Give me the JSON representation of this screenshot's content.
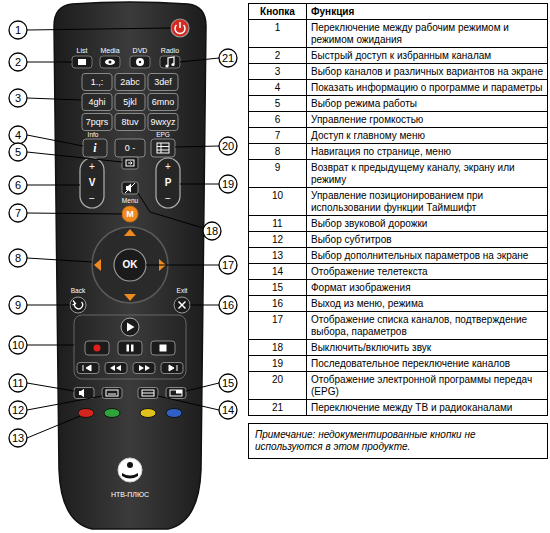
{
  "diagram": {
    "nodes": [
      {
        "text": [
          "1"
        ]
      },
      {
        "text": [
          "2"
        ]
      },
      {
        "text": [
          "3"
        ]
      },
      {
        "text": [
          "4"
        ]
      },
      {
        "text": [
          "5"
        ]
      },
      {
        "text": [
          "6"
        ]
      },
      {
        "text": [
          "7"
        ]
      },
      {
        "text": [
          "8"
        ]
      },
      {
        "text": [
          "9"
        ]
      },
      {
        "text": [
          "10"
        ]
      },
      {
        "text": [
          "11"
        ]
      },
      {
        "text": [
          "12"
        ]
      },
      {
        "text": [
          "13"
        ]
      },
      {
        "text": [
          "14"
        ]
      },
      {
        "text": [
          "15"
        ]
      },
      {
        "text": [
          "16"
        ]
      },
      {
        "text": [
          "17"
        ]
      },
      {
        "text": [
          "18"
        ]
      },
      {
        "text": [
          "19"
        ]
      },
      {
        "text": [
          "20"
        ]
      },
      {
        "text": [
          "21"
        ]
      },
      {
        "text": [
          "Примечание: недокументированные кнопки не используются в этом продукте."
        ]
      }
    ],
    "labels": [
      "List",
      "Media",
      "DVD",
      "Radio",
      "1.,:",
      "2abc",
      "3def",
      "4ghi",
      "5jkl",
      "6mno",
      "7pqrs",
      "8tuv",
      "9wxyz",
      "Info",
      "i",
      "0 -",
      "EPG",
      "+",
      "V",
      "−",
      "+",
      "P",
      "−",
      "Menu",
      "M",
      "OK",
      "Back",
      "Exit",
      "НТВ-ПЛЮС",
      "Кнопка",
      "Функция",
      "1",
      "Переключение между рабочим режимом и режимом ожидания",
      "2",
      "Быстрый доступ к избранным каналам",
      "3",
      "Выбор каналов и различных вариантов на экране",
      "4",
      "Показать информацию о программе и параметры",
      "5",
      "Выбор режима работы",
      "6",
      "Управление громкостью",
      "7",
      "Доступ к главному меню",
      "8",
      "Навигация по странице, меню",
      "9",
      "Возврат к предыдущему каналу, экрану или режиму",
      "10",
      "Управление позиционированием при использовании функции Таймшифт",
      "11",
      "Выбор звуковой дорожки",
      "12",
      "Выбор субтитров",
      "13",
      "Выбор дополнительных параметров на экране",
      "14",
      "Отображение телетекста",
      "15",
      "Формат изображения",
      "16",
      "Выход из меню, режима",
      "17",
      "Отображение списка каналов, подтверждение выбора, параметров",
      "18",
      "Выключить/включить звук",
      "19",
      "Последовательное переключение каналов",
      "20",
      "Отображение электронной программы передач (EPG)",
      "21",
      "Переключение между ТВ и радиоканалами"
    ]
  }
}
